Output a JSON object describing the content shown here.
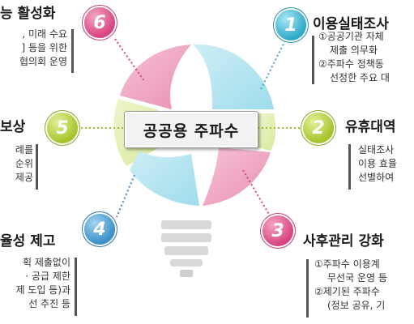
{
  "center": {
    "label": "공공용 주파수"
  },
  "items": [
    {
      "number": "1",
      "title": "이용실태조사",
      "lines": [
        "①공공기관 자체",
        "제출 의무화",
        "②주파수 정책동",
        "선정한 주요 대"
      ]
    },
    {
      "number": "2",
      "title": "유휴대역",
      "lines": [
        "실태조사",
        "이용 효율",
        "선별하여"
      ]
    },
    {
      "number": "3",
      "title": "사후관리 강화",
      "lines": [
        "①주파수 이용계",
        "무선국 운영 등",
        "②제기된 주파수",
        "(정보 공유, 기"
      ]
    },
    {
      "number": "4",
      "title": "율성 제고",
      "lines": [
        "획 제출없이",
        "· 공급 제한",
        "제 도입 등)과",
        "선 추진 등"
      ]
    },
    {
      "number": "5",
      "title": "보상",
      "lines": [
        "례를",
        "순위",
        "제공"
      ]
    },
    {
      "number": "6",
      "title": "능 활성화",
      "lines": [
        ", 미래 수요",
        "] 등을 위한",
        "협의회 운영"
      ]
    }
  ],
  "colors": {
    "pink": "#d9437f",
    "cyan": "#2fa9c9",
    "green": "#a5c42a",
    "blue": "#3a90c8",
    "connector": "#4aa8c8"
  }
}
